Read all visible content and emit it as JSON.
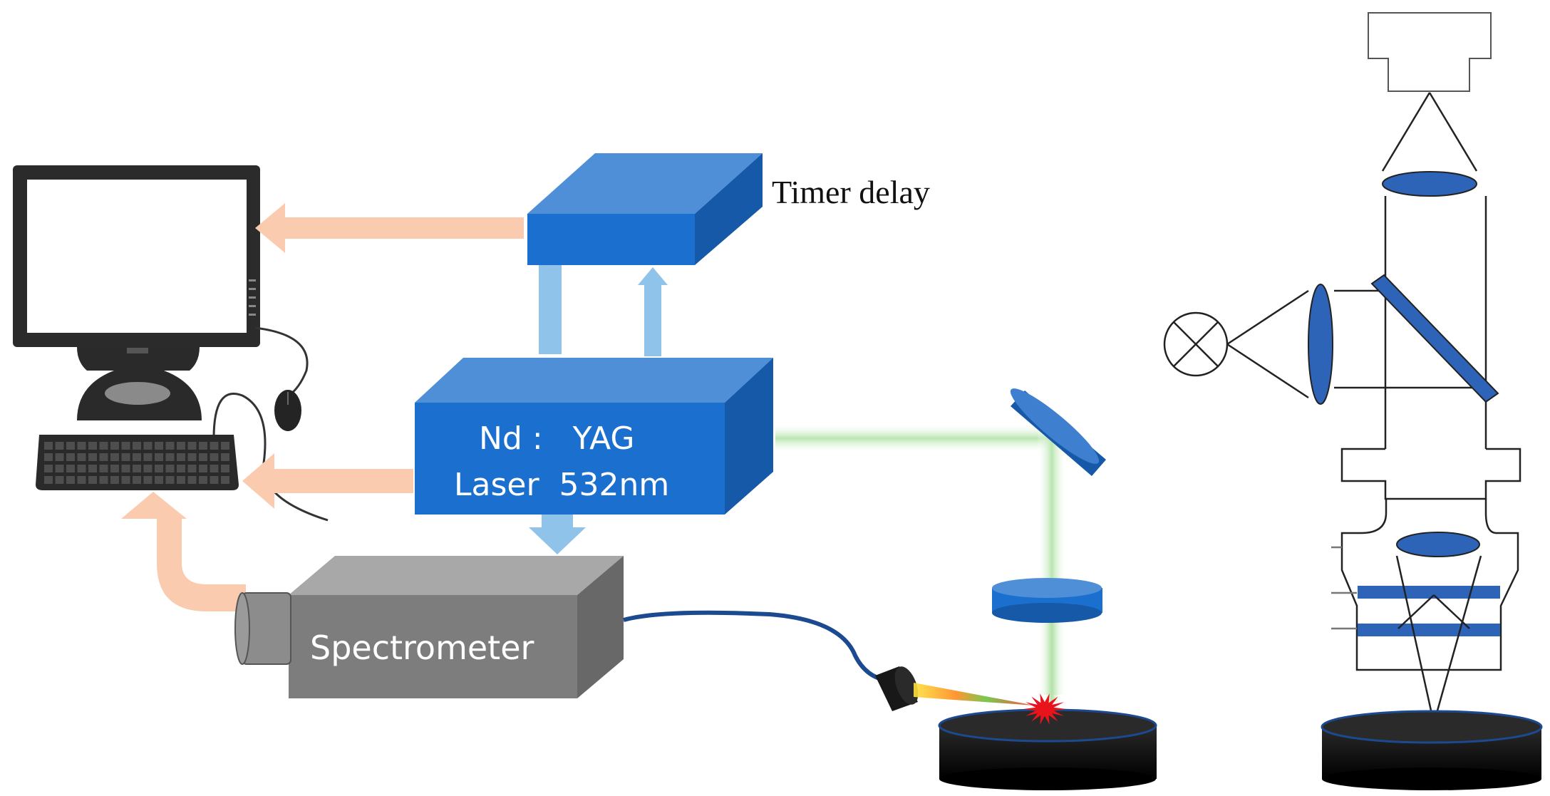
{
  "labels": {
    "timer": "Timer delay",
    "laser_line1": "Nd :   YAG",
    "laser_line2": "Laser  532nm",
    "spectrometer": "Spectrometer"
  },
  "colors": {
    "box_front": "#1b6fce",
    "box_top": "#4f8fd8",
    "box_side": "#1659a8",
    "signal_arrow": "#fbcbb0",
    "trigger_arrow": "#8fc3ea",
    "green_beam": "#b9e6b0",
    "spectrometer_front": "#7d7d7d",
    "spectrometer_top": "#a8a8a8",
    "spectrometer_side": "#686868",
    "optics_blue": "#2e64b8",
    "outline": "#222222",
    "spark": "#e8141c",
    "fiber": "#1c4a90",
    "dark": "#202020"
  },
  "icons": [
    "computer-monitor-icon",
    "mouse-icon",
    "keyboard-icon",
    "lamp-source-icon",
    "camera-icon",
    "laser-spark-icon"
  ]
}
